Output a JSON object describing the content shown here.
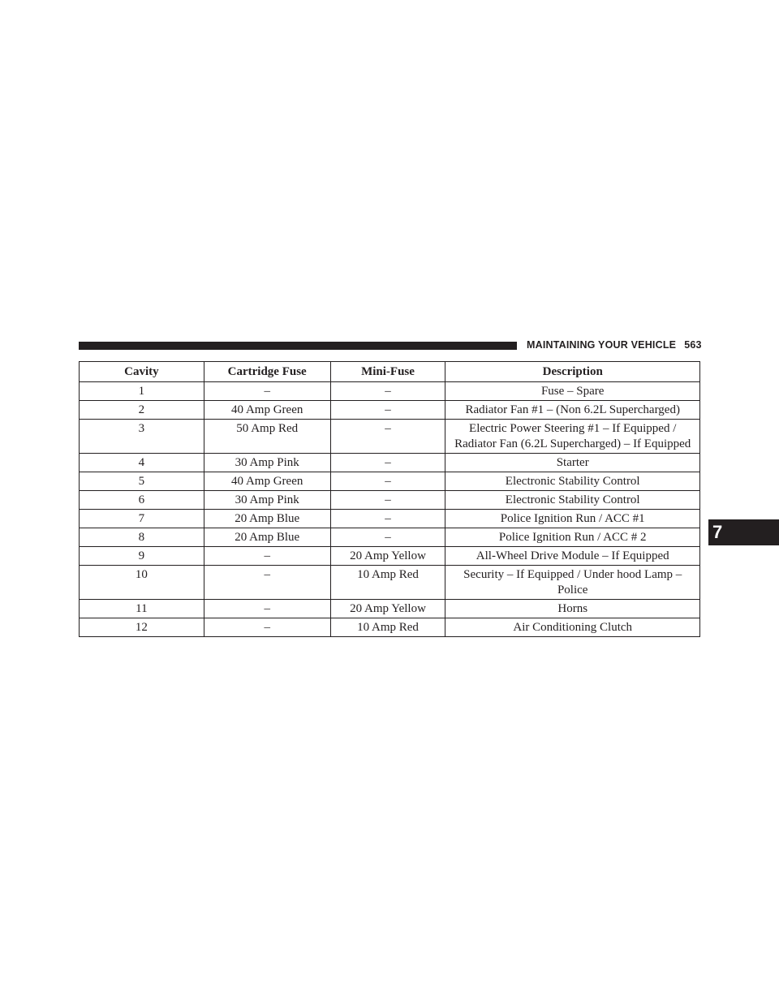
{
  "header": {
    "section_title": "MAINTAINING YOUR VEHICLE",
    "page_number": "563"
  },
  "chapter_tab": "7",
  "table": {
    "columns": [
      "Cavity",
      "Cartridge Fuse",
      "Mini-Fuse",
      "Description"
    ],
    "rows": [
      {
        "cavity": "1",
        "cartridge": "–",
        "mini": "–",
        "description": "Fuse – Spare"
      },
      {
        "cavity": "2",
        "cartridge": "40 Amp Green",
        "mini": "–",
        "description": "Radiator Fan #1 – (Non 6.2L Supercharged)"
      },
      {
        "cavity": "3",
        "cartridge": "50 Amp Red",
        "mini": "–",
        "description": "Electric Power Steering #1 – If Equipped / Radiator Fan (6.2L Supercharged) – If Equipped"
      },
      {
        "cavity": "4",
        "cartridge": "30 Amp Pink",
        "mini": "–",
        "description": "Starter"
      },
      {
        "cavity": "5",
        "cartridge": "40 Amp Green",
        "mini": "–",
        "description": "Electronic Stability Control"
      },
      {
        "cavity": "6",
        "cartridge": "30 Amp Pink",
        "mini": "–",
        "description": "Electronic Stability Control"
      },
      {
        "cavity": "7",
        "cartridge": "20 Amp Blue",
        "mini": "–",
        "description": "Police Ignition Run / ACC #1"
      },
      {
        "cavity": "8",
        "cartridge": "20 Amp Blue",
        "mini": "–",
        "description": "Police Ignition Run / ACC # 2"
      },
      {
        "cavity": "9",
        "cartridge": "–",
        "mini": "20 Amp Yellow",
        "description": "All-Wheel Drive Module – If Equipped"
      },
      {
        "cavity": "10",
        "cartridge": "–",
        "mini": "10 Amp Red",
        "description": "Security – If Equipped / Under hood Lamp – Police"
      },
      {
        "cavity": "11",
        "cartridge": "–",
        "mini": "20 Amp Yellow",
        "description": "Horns"
      },
      {
        "cavity": "12",
        "cartridge": "–",
        "mini": "10 Amp Red",
        "description": "Air Conditioning Clutch"
      }
    ]
  }
}
